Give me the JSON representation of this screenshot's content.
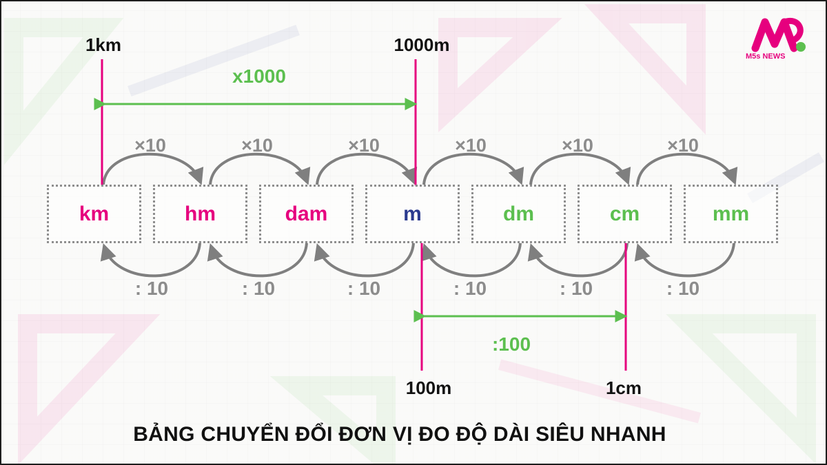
{
  "colors": {
    "pink": "#e6007e",
    "navy": "#2b3a8f",
    "green": "#5cbf4f",
    "gray": "#8c8c8c"
  },
  "logo": {
    "brand": "M5s",
    "suffix": "NEWS"
  },
  "units": [
    {
      "label": "km",
      "color": "#e6007e"
    },
    {
      "label": "hm",
      "color": "#e6007e"
    },
    {
      "label": "dam",
      "color": "#e6007e"
    },
    {
      "label": "m",
      "color": "#2b3a8f"
    },
    {
      "label": "dm",
      "color": "#5cbf4f"
    },
    {
      "label": "cm",
      "color": "#5cbf4f"
    },
    {
      "label": "mm",
      "color": "#5cbf4f"
    }
  ],
  "multiply_labels": [
    "×10",
    "×10",
    "×10",
    "×10",
    "×10",
    "×10"
  ],
  "divide_labels": [
    ": 10",
    ": 10",
    ": 10",
    ": 10",
    ": 10",
    ": 10"
  ],
  "top_example": {
    "from": "1km",
    "to": "1000m",
    "factor": "x1000"
  },
  "bottom_example": {
    "from": "100m",
    "to": "1cm",
    "factor": ":100"
  },
  "title": "BẢNG CHUYỂN ĐỔI ĐƠN VỊ ĐO ĐỘ DÀI SIÊU NHANH"
}
